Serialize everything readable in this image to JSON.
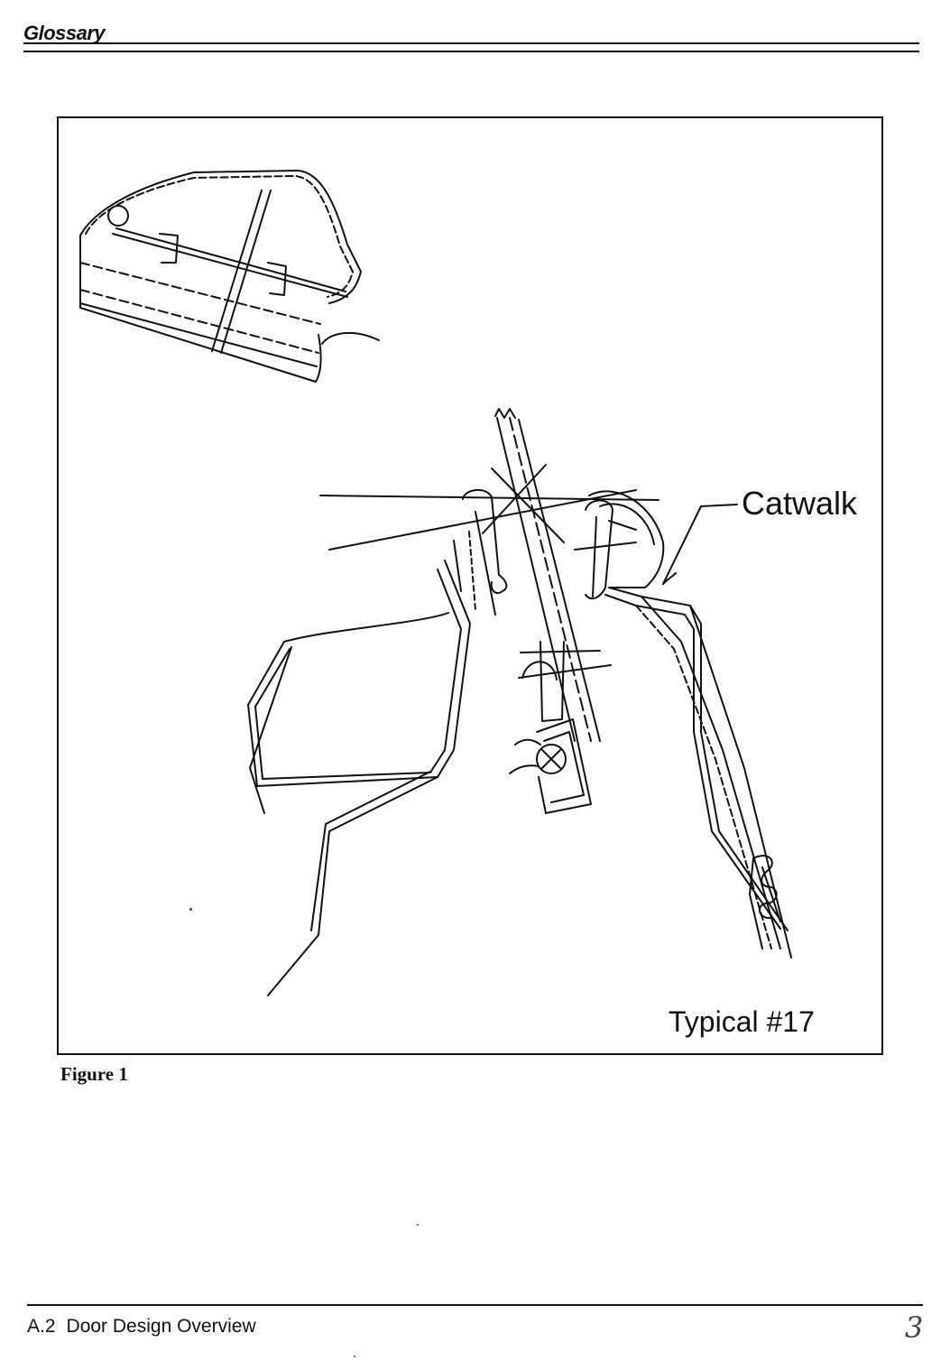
{
  "header": {
    "title": "Glossary"
  },
  "figure": {
    "callout_label": "Catwalk",
    "note_label": "Typical #17",
    "caption": "Figure 1"
  },
  "footer": {
    "section_number": "A.2",
    "section_title": "Door Design Overview",
    "page_number": "3"
  }
}
